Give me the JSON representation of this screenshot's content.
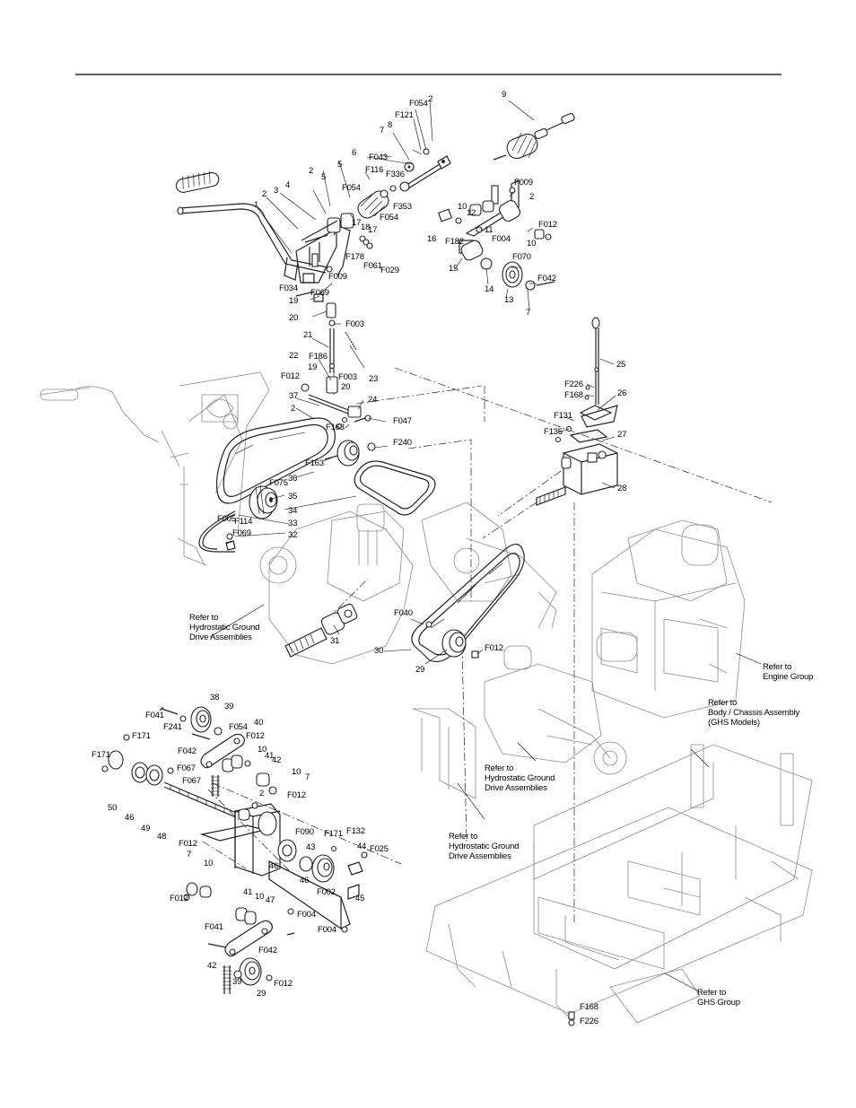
{
  "callouts": [
    {
      "id": "c1",
      "text": "9"
    },
    {
      "id": "c2",
      "text": "F054"
    },
    {
      "id": "c3",
      "text": "2"
    },
    {
      "id": "c4",
      "text": "F121"
    },
    {
      "id": "c5",
      "text": "8"
    },
    {
      "id": "c6",
      "text": "7"
    },
    {
      "id": "c7",
      "text": "F043"
    },
    {
      "id": "c8",
      "text": "F116"
    },
    {
      "id": "c9",
      "text": "F336"
    },
    {
      "id": "c10",
      "text": "6"
    },
    {
      "id": "c11",
      "text": "F353"
    },
    {
      "id": "c12",
      "text": "5"
    },
    {
      "id": "c13",
      "text": "2"
    },
    {
      "id": "c14",
      "text": "5"
    },
    {
      "id": "c15",
      "text": "F054"
    },
    {
      "id": "c16",
      "text": "4"
    },
    {
      "id": "c17",
      "text": "3"
    },
    {
      "id": "c18",
      "text": "2"
    },
    {
      "id": "c19",
      "text": "1"
    },
    {
      "id": "c20",
      "text": "17"
    },
    {
      "id": "c21",
      "text": "18"
    },
    {
      "id": "c22",
      "text": "17"
    },
    {
      "id": "c23",
      "text": "F054"
    },
    {
      "id": "c24",
      "text": "F178"
    },
    {
      "id": "c25",
      "text": "F061"
    },
    {
      "id": "c26",
      "text": "F029"
    },
    {
      "id": "c27",
      "text": "F009"
    },
    {
      "id": "c28",
      "text": "F034"
    },
    {
      "id": "c29",
      "text": "F069"
    },
    {
      "id": "c30",
      "text": "19"
    },
    {
      "id": "c31",
      "text": "20"
    },
    {
      "id": "c32",
      "text": "F003"
    },
    {
      "id": "c33",
      "text": "21"
    },
    {
      "id": "c34",
      "text": "F186"
    },
    {
      "id": "c35",
      "text": "22"
    },
    {
      "id": "c36",
      "text": "19"
    },
    {
      "id": "c37",
      "text": "F003"
    },
    {
      "id": "c38",
      "text": "20"
    },
    {
      "id": "c39",
      "text": "23"
    },
    {
      "id": "c40",
      "text": "F012"
    },
    {
      "id": "c41",
      "text": "37"
    },
    {
      "id": "c42",
      "text": "2"
    },
    {
      "id": "c43",
      "text": "24"
    },
    {
      "id": "c44",
      "text": "F047"
    },
    {
      "id": "c45",
      "text": "F163"
    },
    {
      "id": "c46",
      "text": "F240"
    },
    {
      "id": "c47",
      "text": "F163"
    },
    {
      "id": "c48",
      "text": "36"
    },
    {
      "id": "c49",
      "text": "F075"
    },
    {
      "id": "c50",
      "text": "35"
    },
    {
      "id": "c51",
      "text": "34"
    },
    {
      "id": "c52",
      "text": "F005"
    },
    {
      "id": "c53",
      "text": "F114"
    },
    {
      "id": "c54",
      "text": "33"
    },
    {
      "id": "c55",
      "text": "F069"
    },
    {
      "id": "c56",
      "text": "32"
    },
    {
      "id": "c57",
      "text": "F009"
    },
    {
      "id": "c58",
      "text": "10"
    },
    {
      "id": "c59",
      "text": "12"
    },
    {
      "id": "c60",
      "text": "2"
    },
    {
      "id": "c61",
      "text": "F012"
    },
    {
      "id": "c62",
      "text": "16"
    },
    {
      "id": "c63",
      "text": "F182"
    },
    {
      "id": "c64",
      "text": "11"
    },
    {
      "id": "c65",
      "text": "F004"
    },
    {
      "id": "c66",
      "text": "10"
    },
    {
      "id": "c67",
      "text": "F070"
    },
    {
      "id": "c68",
      "text": "15"
    },
    {
      "id": "c69",
      "text": "14"
    },
    {
      "id": "c70",
      "text": "13"
    },
    {
      "id": "c71",
      "text": "F042"
    },
    {
      "id": "c72",
      "text": "7"
    },
    {
      "id": "c73",
      "text": "25"
    },
    {
      "id": "c74",
      "text": "F226"
    },
    {
      "id": "c75",
      "text": "F168"
    },
    {
      "id": "c76",
      "text": "26"
    },
    {
      "id": "c77",
      "text": "F131"
    },
    {
      "id": "c78",
      "text": "F135"
    },
    {
      "id": "c79",
      "text": "27"
    },
    {
      "id": "c80",
      "text": "28"
    },
    {
      "id": "c81",
      "text": "F040"
    },
    {
      "id": "c82",
      "text": "31"
    },
    {
      "id": "c83",
      "text": "30"
    },
    {
      "id": "c84",
      "text": "29"
    },
    {
      "id": "c85",
      "text": "F012"
    },
    {
      "id": "c86",
      "text": "38"
    },
    {
      "id": "c87",
      "text": "39"
    },
    {
      "id": "c88",
      "text": "F041"
    },
    {
      "id": "c89",
      "text": "F241"
    },
    {
      "id": "c90",
      "text": "F054"
    },
    {
      "id": "c91",
      "text": "40"
    },
    {
      "id": "c92",
      "text": "F012"
    },
    {
      "id": "c93",
      "text": "F171"
    },
    {
      "id": "c94",
      "text": "F042"
    },
    {
      "id": "c95",
      "text": "10"
    },
    {
      "id": "c96",
      "text": "41"
    },
    {
      "id": "c97",
      "text": "42"
    },
    {
      "id": "c98",
      "text": "F171"
    },
    {
      "id": "c99",
      "text": "F067"
    },
    {
      "id": "c100",
      "text": "F067"
    },
    {
      "id": "c101",
      "text": "10"
    },
    {
      "id": "c102",
      "text": "7"
    },
    {
      "id": "c103",
      "text": "F012"
    },
    {
      "id": "c104",
      "text": "50"
    },
    {
      "id": "c105",
      "text": "46"
    },
    {
      "id": "c106",
      "text": "2"
    },
    {
      "id": "c107",
      "text": "49"
    },
    {
      "id": "c108",
      "text": "48"
    },
    {
      "id": "c109",
      "text": "F090"
    },
    {
      "id": "c110",
      "text": "F171"
    },
    {
      "id": "c111",
      "text": "F132"
    },
    {
      "id": "c112",
      "text": "F012"
    },
    {
      "id": "c113",
      "text": "7"
    },
    {
      "id": "c114",
      "text": "43"
    },
    {
      "id": "c115",
      "text": "44"
    },
    {
      "id": "c116",
      "text": "F025"
    },
    {
      "id": "c117",
      "text": "10"
    },
    {
      "id": "c118",
      "text": "46"
    },
    {
      "id": "c119",
      "text": "46"
    },
    {
      "id": "c120",
      "text": "F002"
    },
    {
      "id": "c121",
      "text": "45"
    },
    {
      "id": "c122",
      "text": "F012"
    },
    {
      "id": "c123",
      "text": "41"
    },
    {
      "id": "c124",
      "text": "10"
    },
    {
      "id": "c125",
      "text": "47"
    },
    {
      "id": "c126",
      "text": "F004"
    },
    {
      "id": "c127",
      "text": "F004"
    },
    {
      "id": "c128",
      "text": "F041"
    },
    {
      "id": "c129",
      "text": "F042"
    },
    {
      "id": "c130",
      "text": "42"
    },
    {
      "id": "c131",
      "text": "39"
    },
    {
      "id": "c132",
      "text": "29"
    },
    {
      "id": "c133",
      "text": "F012"
    },
    {
      "id": "c134",
      "text": "F168"
    },
    {
      "id": "c135",
      "text": "F226"
    }
  ],
  "references": [
    {
      "id": "r1",
      "lines": [
        "Refer to",
        "Hydrostatic Ground",
        "Drive Assemblies"
      ]
    },
    {
      "id": "r2",
      "lines": [
        "Refer to",
        "Engine Group"
      ]
    },
    {
      "id": "r3",
      "lines": [
        "Refer to",
        "Body / Chassis Assembly",
        "(GHS Models)"
      ]
    },
    {
      "id": "r4",
      "lines": [
        "Refer to",
        "Hydrostatic Ground",
        "Drive Assemblies"
      ]
    },
    {
      "id": "r5",
      "lines": [
        "Refer to",
        "Hydrostatic Ground",
        "Drive Assemblies"
      ]
    },
    {
      "id": "r6",
      "lines": [
        "Refer to",
        "GHS Group"
      ]
    }
  ]
}
